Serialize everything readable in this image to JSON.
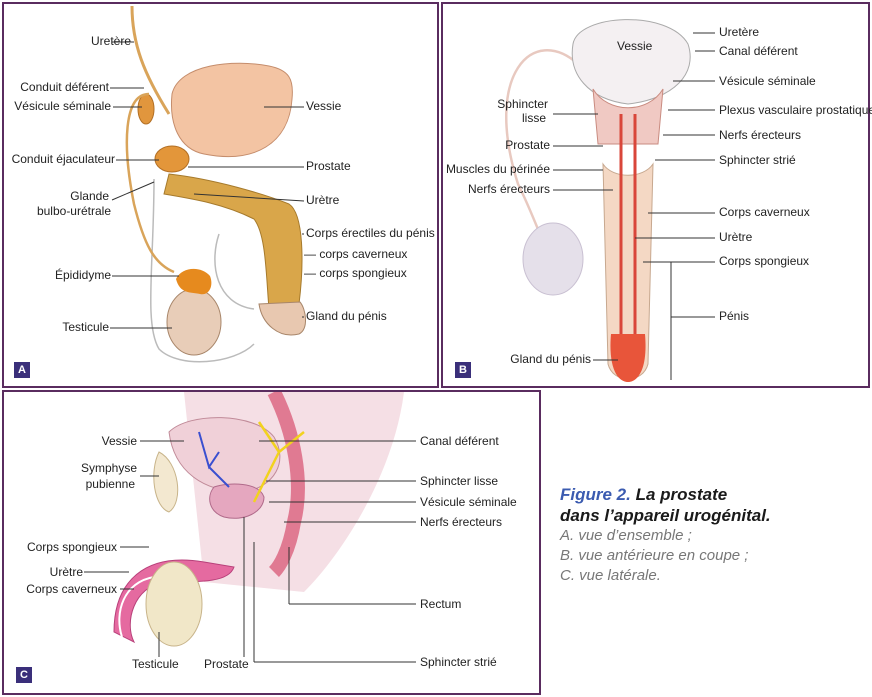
{
  "panel_a": {
    "badge": "A",
    "labels": {
      "uretere": "Uretère",
      "conduit_deferent": "Conduit déférent",
      "vesicule_seminale": "Vésicule séminale",
      "conduit_ejaculateur": "Conduit éjaculateur",
      "glande": "Glande",
      "bulbo": "bulbo-urétrale",
      "epididyme": "Épididyme",
      "testicule": "Testicule",
      "vessie": "Vessie",
      "prostate": "Prostate",
      "uretre": "Urètre",
      "corps_erectiles": "Corps érectiles du pénis",
      "corps_caverneux": "— corps caverneux",
      "corps_spongieux": "— corps spongieux",
      "gland": "Gland du pénis"
    }
  },
  "panel_b": {
    "badge": "B",
    "labels": {
      "vessie": "Vessie",
      "uretere": "Uretère",
      "canal_deferent": "Canal déférent",
      "vesicule_seminale": "Vésicule séminale",
      "plexus": "Plexus vasculaire prostatique",
      "nerfs_erecteurs_r": "Nerfs érecteurs",
      "sphincter_strie": "Sphincter strié",
      "sphincter": "Sphincter",
      "lisse": "lisse",
      "prostate": "Prostate",
      "muscles": "Muscles du périnée",
      "nerfs_erecteurs_l": "Nerfs érecteurs",
      "corps_caverneux": "Corps caverneux",
      "uretre": "Urètre",
      "corps_spongieux": "Corps spongieux",
      "penis": "Pénis",
      "gland": "Gland du pénis"
    }
  },
  "panel_c": {
    "badge": "C",
    "labels": {
      "vessie": "Vessie",
      "symphyse": "Symphyse",
      "pubienne": "pubienne",
      "corps_spongieux": "Corps spongieux",
      "uretre": "Urètre",
      "corps_caverneux": "Corps caverneux",
      "testicule": "Testicule",
      "prostate": "Prostate",
      "canal_deferent": "Canal déférent",
      "sphincter_lisse": "Sphincter lisse",
      "vesicule_seminale": "Vésicule séminale",
      "nerfs_erecteurs": "Nerfs érecteurs",
      "rectum": "Rectum",
      "sphincter_strie": "Sphincter strié"
    }
  },
  "caption": {
    "figure": "Figure 2.",
    "title_rest": " La prostate",
    "title_line2": "dans l’appareil urogénital.",
    "items": [
      "A. vue d’ensemble ;",
      "B. vue antérieure en coupe ;",
      "C. vue latérale."
    ]
  }
}
